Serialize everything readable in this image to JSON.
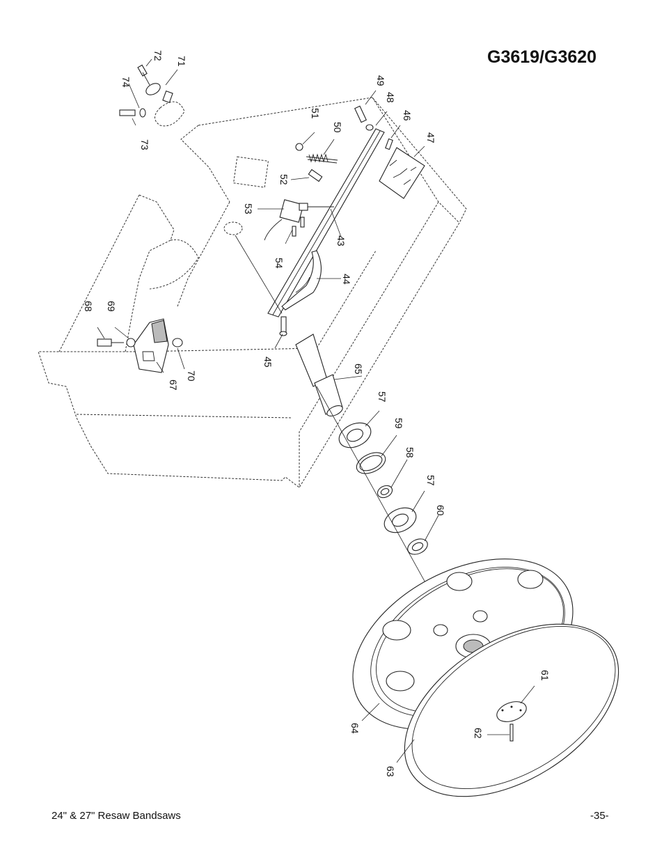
{
  "header": {
    "model": "G3619/G3620"
  },
  "footer": {
    "manual_title": "24\" & 27\" Resaw Bandsaws",
    "page_number": "-35-"
  },
  "parts": {
    "p43": "43",
    "p44": "44",
    "p45": "45",
    "p46": "46",
    "p47": "47",
    "p48": "48",
    "p49": "49",
    "p50": "50",
    "p51": "51",
    "p52": "52",
    "p53": "53",
    "p54": "54",
    "p57a": "57",
    "p57b": "57",
    "p58": "58",
    "p59": "59",
    "p60": "60",
    "p61": "61",
    "p62": "62",
    "p63": "63",
    "p64": "64",
    "p65": "65",
    "p67": "67",
    "p68": "68",
    "p69": "69",
    "p70": "70",
    "p71": "71",
    "p72": "72",
    "p73": "73",
    "p74": "74"
  }
}
